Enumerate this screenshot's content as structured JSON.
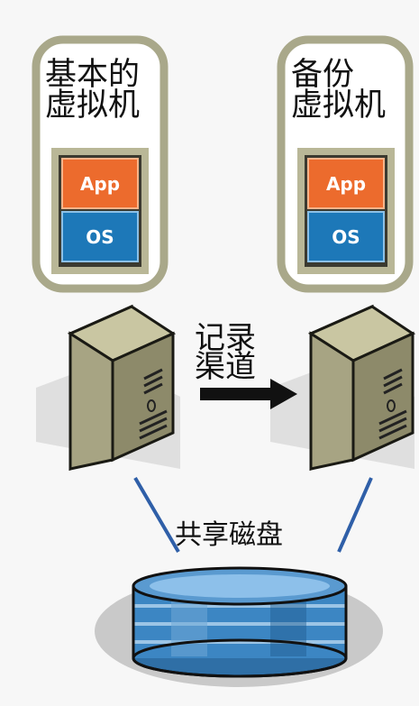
{
  "primary_vm": {
    "title_line1": "基本的",
    "title_line2": "虚拟机",
    "app_label": "App",
    "os_label": "OS"
  },
  "backup_vm": {
    "title_line1": "备份",
    "title_line2": "虚拟机",
    "app_label": "App",
    "os_label": "OS"
  },
  "channel": {
    "label_line1": "记录",
    "label_line2": "渠道"
  },
  "shared_disk": {
    "label": "共享磁盘"
  },
  "colors": {
    "vm_frame": "#a9a88a",
    "vm_inner": "#7b7a62",
    "app_orange": "#ec6b2d",
    "os_blue": "#1d78b8",
    "server_body": "#b3b08c",
    "connector_blue": "#2f5fa8",
    "disk_blue": "#3c86c3"
  },
  "icons": {
    "server": "server-tower-icon",
    "arrow": "right-arrow-icon",
    "disk": "disk-storage-icon"
  }
}
